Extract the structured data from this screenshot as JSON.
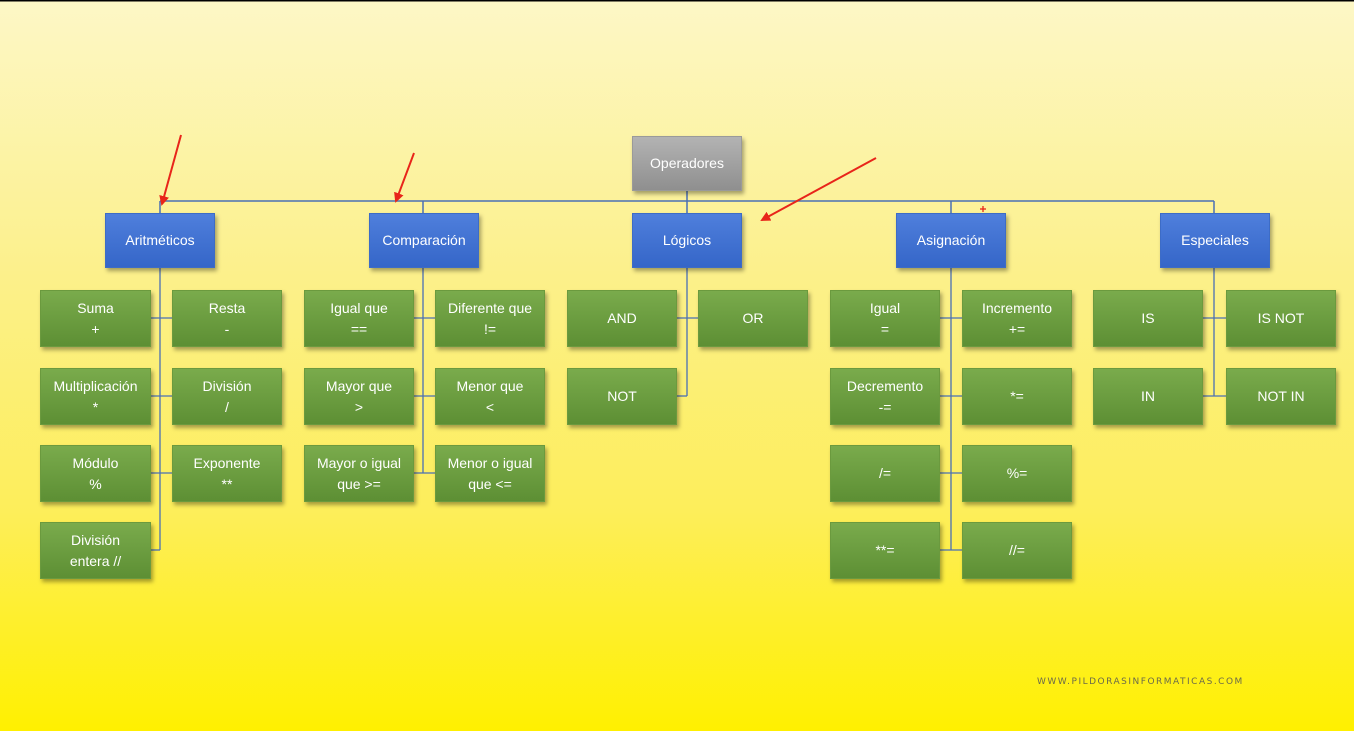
{
  "root": {
    "label": "Operadores"
  },
  "categories": {
    "aritmeticos": "Aritméticos",
    "comparacion": "Comparación",
    "logicos": "Lógicos",
    "asignacion": "Asignación",
    "especiales": "Especiales"
  },
  "aritmeticos": {
    "suma": [
      "Suma",
      "+"
    ],
    "resta": [
      "Resta",
      "-"
    ],
    "multiplicacion": [
      "Multiplicación",
      "*"
    ],
    "division": [
      "División",
      "/"
    ],
    "modulo": [
      "Módulo",
      "%"
    ],
    "exponente": [
      "Exponente",
      "**"
    ],
    "division_entera": [
      "División",
      "entera //"
    ]
  },
  "comparacion": {
    "igual": [
      "Igual que",
      "=="
    ],
    "diferente": [
      "Diferente que",
      "!="
    ],
    "mayor": [
      "Mayor que",
      ">"
    ],
    "menor": [
      "Menor que",
      "<"
    ],
    "mayor_igual": [
      "Mayor o igual",
      "que >="
    ],
    "menor_igual": [
      "Menor o igual",
      "que <="
    ]
  },
  "logicos": {
    "and": "AND",
    "or": "OR",
    "not": "NOT"
  },
  "asignacion": {
    "igual": [
      "Igual",
      "="
    ],
    "incremento": [
      "Incremento",
      "+="
    ],
    "decremento": [
      "Decremento",
      "-="
    ],
    "multiplicacion": "*=",
    "division": "/=",
    "modulo": "%=",
    "exponente": "**=",
    "division_entera": "//="
  },
  "especiales": {
    "is": "IS",
    "is_not": "IS NOT",
    "in": "IN",
    "not_in": "NOT IN"
  },
  "watermark": "WWW.PILDORASINFORMATICAS.COM",
  "colors": {
    "root": "#9e9e9e",
    "category": "#4472c4",
    "leaf": "#70ad47",
    "connector": "#4a6fb5",
    "arrow": "#e8251a"
  }
}
